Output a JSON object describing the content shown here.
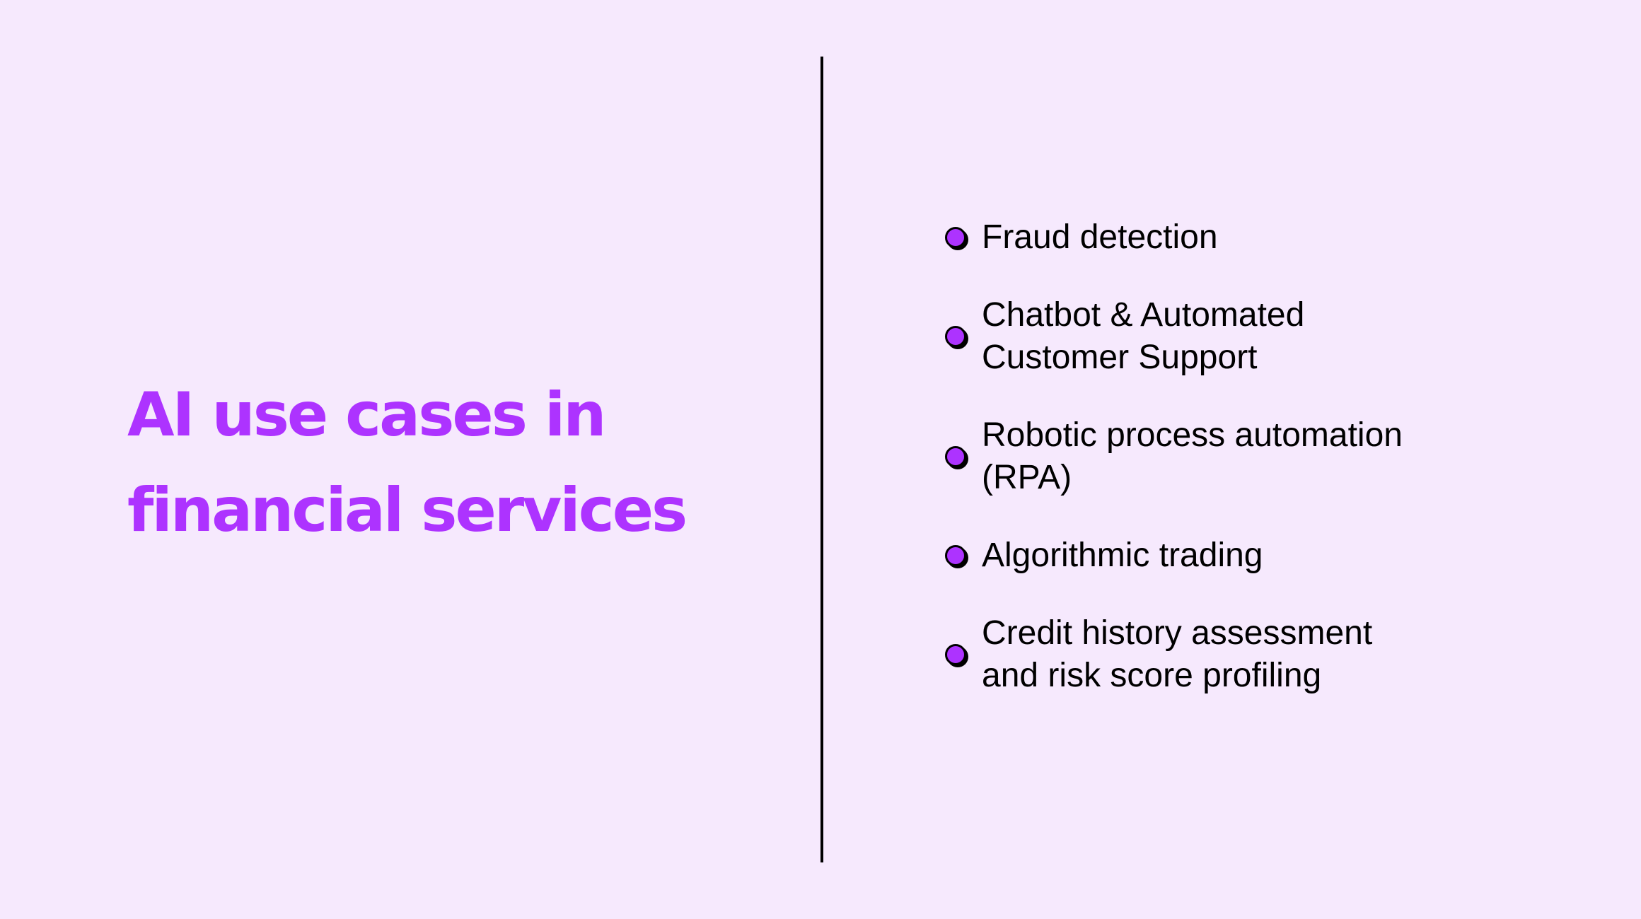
{
  "title": {
    "line1": "AI use cases in",
    "line2": "financial services",
    "color": "#AD33FF"
  },
  "background_color": "#F6E9FD",
  "bullet_color": "#AD33FF",
  "items": [
    {
      "lines": [
        "Fraud detection"
      ]
    },
    {
      "lines": [
        "Chatbot & Automated",
        "Customer Support"
      ]
    },
    {
      "lines": [
        "Robotic process automation",
        "(RPA)"
      ]
    },
    {
      "lines": [
        "Algorithmic trading"
      ]
    },
    {
      "lines": [
        "Credit history assessment",
        "and risk score profiling"
      ]
    }
  ]
}
